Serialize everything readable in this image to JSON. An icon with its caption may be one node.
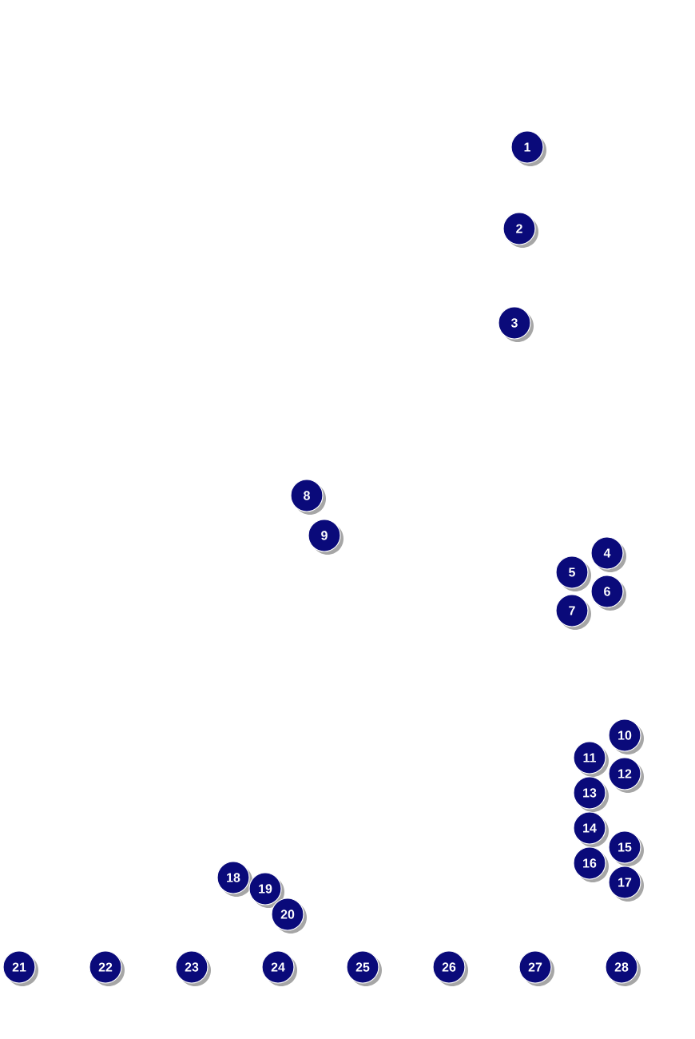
{
  "diagram": {
    "labels": [
      "1",
      "2",
      "3",
      "4",
      "5",
      "6",
      "7",
      "8",
      "9",
      "10",
      "11",
      "12",
      "13",
      "14",
      "15",
      "16",
      "17",
      "18",
      "19",
      "20",
      "21",
      "22",
      "23",
      "24",
      "25",
      "26",
      "27",
      "28"
    ]
  }
}
